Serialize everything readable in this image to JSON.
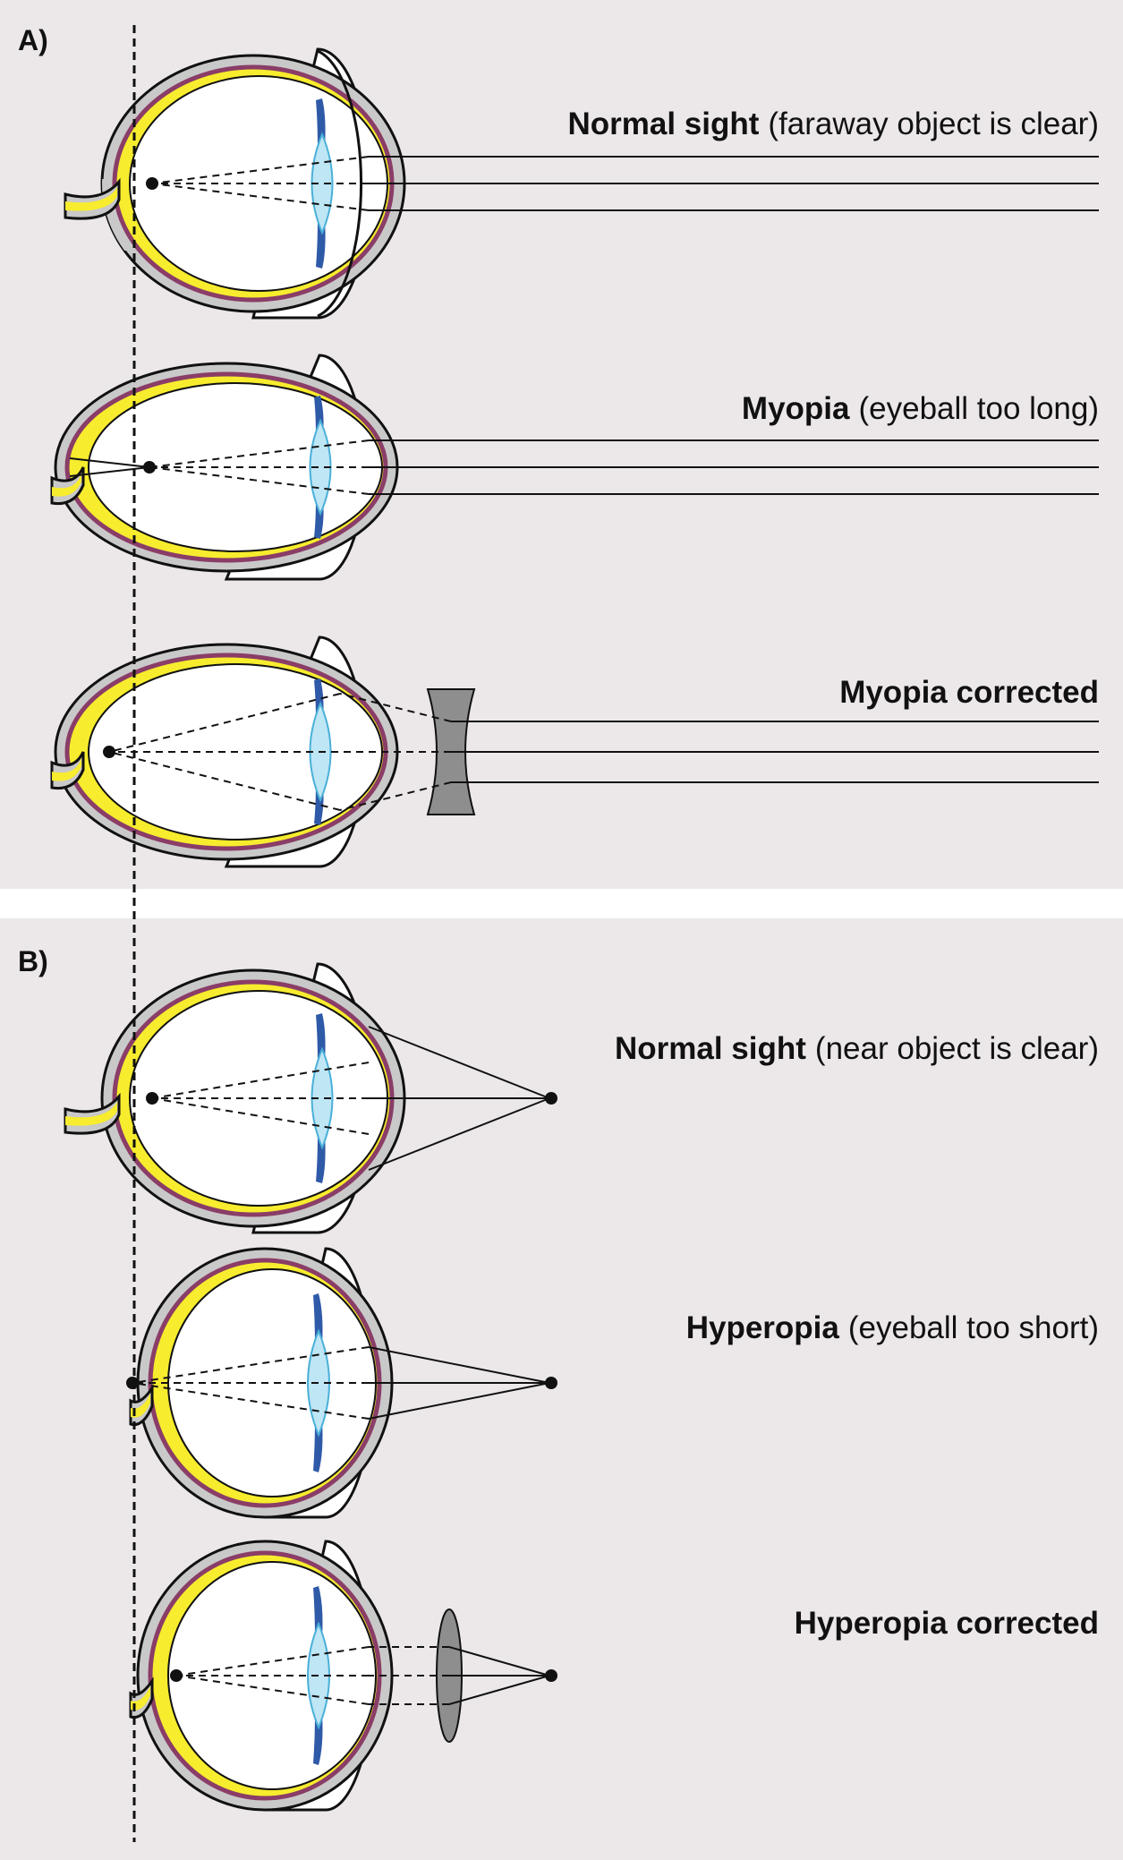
{
  "colors": {
    "panel_bg": "#ece8ea",
    "sclera": "#c9c9c9",
    "choroid": "#8a3d67",
    "retina": "#f7ec2e",
    "lens": "#bfe6f5",
    "iris": "#2f5aa8",
    "corrective_lens": "#8e8e8e",
    "line": "#111111"
  },
  "panels": [
    {
      "label": "A)",
      "rows": [
        {
          "id": "normal-far",
          "title": "Normal sight",
          "note": "(faraway object is clear)",
          "condition": "normal",
          "object": "far",
          "correction": "none"
        },
        {
          "id": "myopia",
          "title": "Myopia",
          "note": "(eyeball too long)",
          "condition": "long-eyeball",
          "object": "far",
          "correction": "none"
        },
        {
          "id": "myopia-corrected",
          "title": "Myopia corrected",
          "note": "",
          "condition": "long-eyeball",
          "object": "far",
          "correction": "concave-lens"
        }
      ]
    },
    {
      "label": "B)",
      "rows": [
        {
          "id": "normal-near",
          "title": "Normal sight",
          "note": "(near object is clear)",
          "condition": "normal",
          "object": "near",
          "correction": "none"
        },
        {
          "id": "hyperopia",
          "title": "Hyperopia",
          "note": "(eyeball too short)",
          "condition": "short-eyeball",
          "object": "near",
          "correction": "none"
        },
        {
          "id": "hyperopia-corrected",
          "title": "Hyperopia corrected",
          "note": "",
          "condition": "short-eyeball",
          "object": "near",
          "correction": "convex-lens"
        }
      ]
    }
  ]
}
